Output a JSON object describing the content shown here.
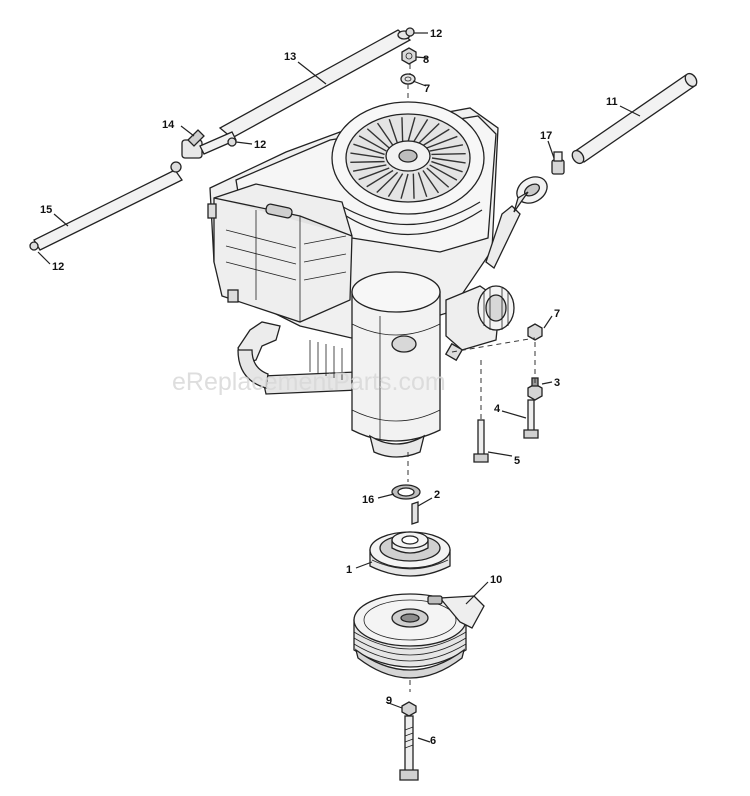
{
  "watermark": "eReplacementParts.com",
  "colors": {
    "part_fill": "#f2f2f2",
    "shade": "#cfcfcf",
    "dark": "#555555",
    "line": "#222222"
  },
  "labels": {
    "p1": "1",
    "p2": "2",
    "p3": "3",
    "p4": "4",
    "p5": "5",
    "p6": "6",
    "p7a": "7",
    "p7b": "7",
    "p8": "8",
    "p9": "9",
    "p10": "10",
    "p11": "11",
    "p12a": "12",
    "p12b": "12",
    "p12c": "12",
    "p13": "13",
    "p14": "14",
    "p15": "15",
    "p16": "16",
    "p17": "17"
  }
}
